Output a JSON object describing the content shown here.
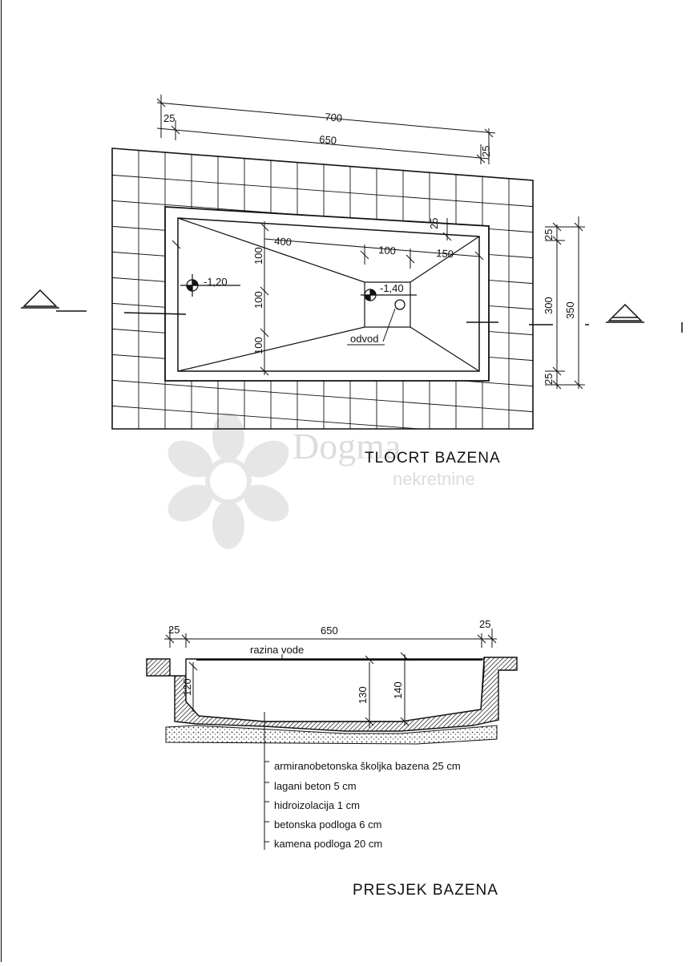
{
  "plan": {
    "title": "TLOCRT BAZENA",
    "dims": {
      "total_length": "700",
      "inner_length": "650",
      "edge_left": "25",
      "edge_right": "25",
      "slope_start": "400",
      "slope_mid": "100",
      "slope_end": "150",
      "corner": "25",
      "side_a": "100",
      "side_b": "100",
      "side_c": "100",
      "width_top": "25",
      "width_inner": "300",
      "width_total": "350",
      "width_bottom": "25"
    },
    "levels": {
      "shallow": "-1,20",
      "deep": "-1,40"
    },
    "drain_label": "odvod"
  },
  "section": {
    "title": "PRESJEK BAZENA",
    "dims": {
      "edge_left": "25",
      "length": "650",
      "edge_right": "25",
      "depth_shallow": "120",
      "depth_mid": "130",
      "depth_deep": "140"
    },
    "water_label": "razina vode",
    "layers": [
      "armiranobetonska školjka bazena 25 cm",
      "lagani beton 5 cm",
      "hidroizolacija 1 cm",
      "betonska podloga 6 cm",
      "kamena podloga 20 cm"
    ]
  },
  "watermark": {
    "name": "Dogma",
    "sub": "nekretnine"
  },
  "colors": {
    "ink": "#111111",
    "watermark": "#dcdcdc"
  }
}
